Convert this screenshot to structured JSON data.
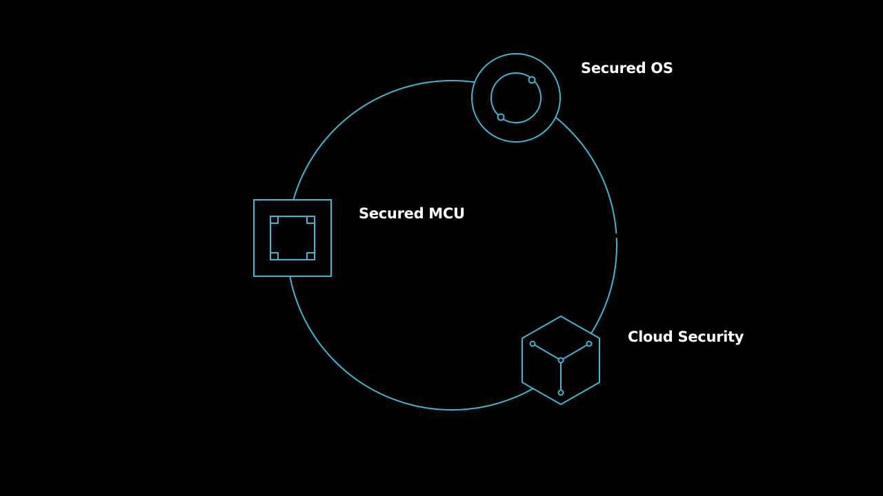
{
  "colors": {
    "accent": "#3ab8d6",
    "background": "#000000",
    "text": "#ffffff"
  },
  "nodes": [
    {
      "label": "Secured OS",
      "icon": "orbit-icon"
    },
    {
      "label": "Secured MCU",
      "icon": "chip-icon"
    },
    {
      "label": "Cloud Security",
      "icon": "cube-network-icon"
    }
  ]
}
